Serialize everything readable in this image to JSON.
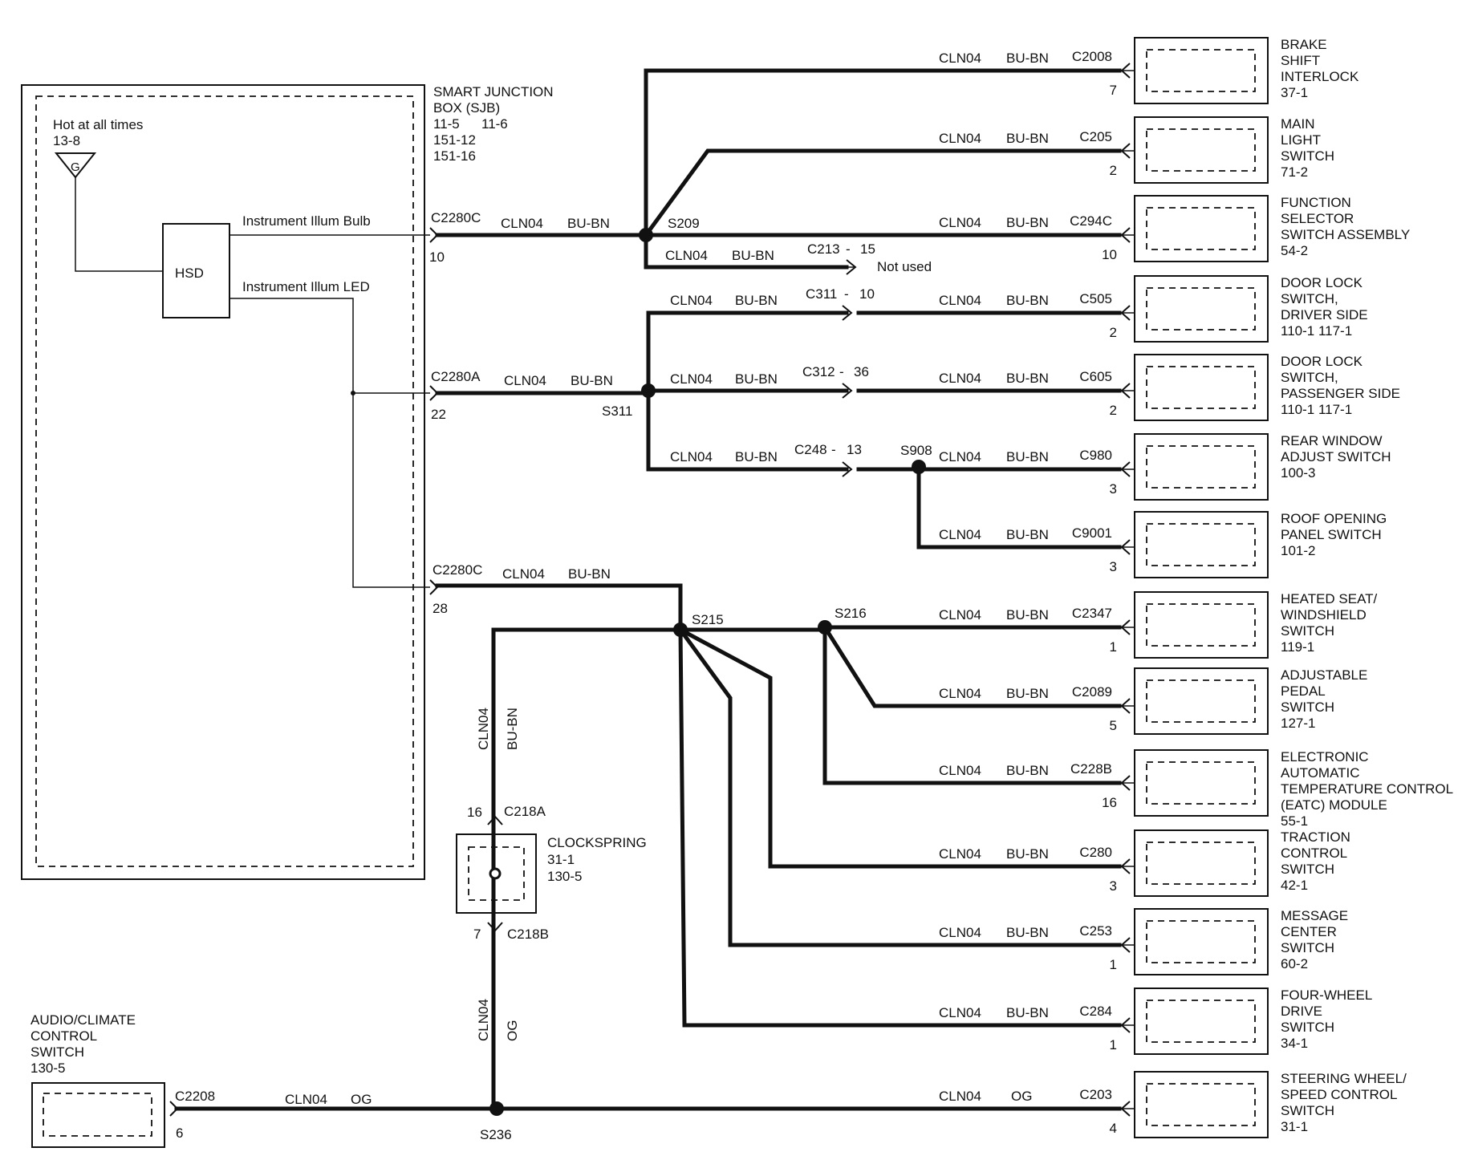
{
  "sjb": {
    "title_line1": "SMART  JUNCTION",
    "title_line2": "BOX (SJB)",
    "ref1": "11-5",
    "ref2": "11-6",
    "ref3": "151-12",
    "ref4": "151-16",
    "hot_label": "Hot at all times",
    "hot_ref": "13-8",
    "fuse_letter": "G",
    "hsd_label": "HSD",
    "bulb_label": "Instrument Illum Bulb",
    "led_label": "Instrument Illum LED"
  },
  "common": {
    "circuit": "CLN04",
    "color_bubn": "BU-BN",
    "color_og": "OG"
  },
  "connectors": {
    "c2280c_top": "C2280C",
    "c2280c_top_pin": "10",
    "c2280a": "C2280A",
    "c2280a_pin": "22",
    "c2280c_bot": "C2280C",
    "c2280c_bot_pin": "28",
    "c213": "C213",
    "c213_pin": "15",
    "not_used": "Not used",
    "c311": "C311",
    "c311_pin": "10",
    "c312": "C312",
    "c312_pin": "36",
    "c248": "C248",
    "c248_pin": "13",
    "c218a": "C218A",
    "c218a_pin": "16",
    "c218b": "C218B",
    "c218b_pin": "7",
    "c2208": "C2208",
    "c2208_pin": "6",
    "dash": "-"
  },
  "splices": {
    "s209": "S209",
    "s311": "S311",
    "s908": "S908",
    "s215": "S215",
    "s216": "S216",
    "s236": "S236"
  },
  "clockspring": {
    "name": "CLOCKSPRING",
    "ref1": "31-1",
    "ref2": "130-5"
  },
  "audio": {
    "line1": "AUDIO/CLIMATE",
    "line2": "CONTROL",
    "line3": "SWITCH",
    "ref": "130-5"
  },
  "components": [
    {
      "connector": "C2008",
      "pin": "7",
      "color": "BU-BN",
      "lines": [
        "BRAKE",
        "SHIFT",
        "INTERLOCK",
        "37-1"
      ]
    },
    {
      "connector": "C205",
      "pin": "2",
      "color": "BU-BN",
      "lines": [
        "MAIN",
        "LIGHT",
        "SWITCH",
        "71-2"
      ]
    },
    {
      "connector": "C294C",
      "pin": "10",
      "color": "BU-BN",
      "lines": [
        "FUNCTION",
        "SELECTOR",
        "SWITCH ASSEMBLY",
        "54-2"
      ]
    },
    {
      "connector": "C505",
      "pin": "2",
      "color": "BU-BN",
      "lines": [
        "DOOR LOCK",
        "SWITCH,",
        "DRIVER SIDE",
        "110-1      117-1"
      ]
    },
    {
      "connector": "C605",
      "pin": "2",
      "color": "BU-BN",
      "lines": [
        "DOOR LOCK",
        "SWITCH,",
        "PASSENGER SIDE",
        "110-1      117-1"
      ]
    },
    {
      "connector": "C980",
      "pin": "3",
      "color": "BU-BN",
      "lines": [
        "REAR WINDOW",
        "ADJUST SWITCH",
        "100-3"
      ]
    },
    {
      "connector": "C9001",
      "pin": "3",
      "color": "BU-BN",
      "lines": [
        "ROOF OPENING",
        "PANEL SWITCH",
        "101-2"
      ]
    },
    {
      "connector": "C2347",
      "pin": "1",
      "color": "BU-BN",
      "lines": [
        "HEATED SEAT/",
        "WINDSHIELD",
        "SWITCH",
        "119-1"
      ]
    },
    {
      "connector": "C2089",
      "pin": "5",
      "color": "BU-BN",
      "lines": [
        "ADJUSTABLE",
        "PEDAL",
        "SWITCH",
        "127-1"
      ]
    },
    {
      "connector": "C228B",
      "pin": "16",
      "color": "BU-BN",
      "lines": [
        "ELECTRONIC",
        "AUTOMATIC",
        "TEMPERATURE CONTROL",
        "(EATC) MODULE",
        "55-1"
      ]
    },
    {
      "connector": "C280",
      "pin": "3",
      "color": "BU-BN",
      "lines": [
        "TRACTION",
        "CONTROL",
        "SWITCH",
        "42-1"
      ]
    },
    {
      "connector": "C253",
      "pin": "1",
      "color": "BU-BN",
      "lines": [
        "MESSAGE",
        "CENTER",
        "SWITCH",
        "60-2"
      ]
    },
    {
      "connector": "C284",
      "pin": "1",
      "color": "BU-BN",
      "lines": [
        "FOUR-WHEEL",
        "DRIVE",
        "SWITCH",
        "34-1"
      ]
    },
    {
      "connector": "C203",
      "pin": "4",
      "color": "OG",
      "lines": [
        "STEERING WHEEL/",
        "SPEED CONTROL",
        "SWITCH",
        "31-1"
      ]
    }
  ]
}
